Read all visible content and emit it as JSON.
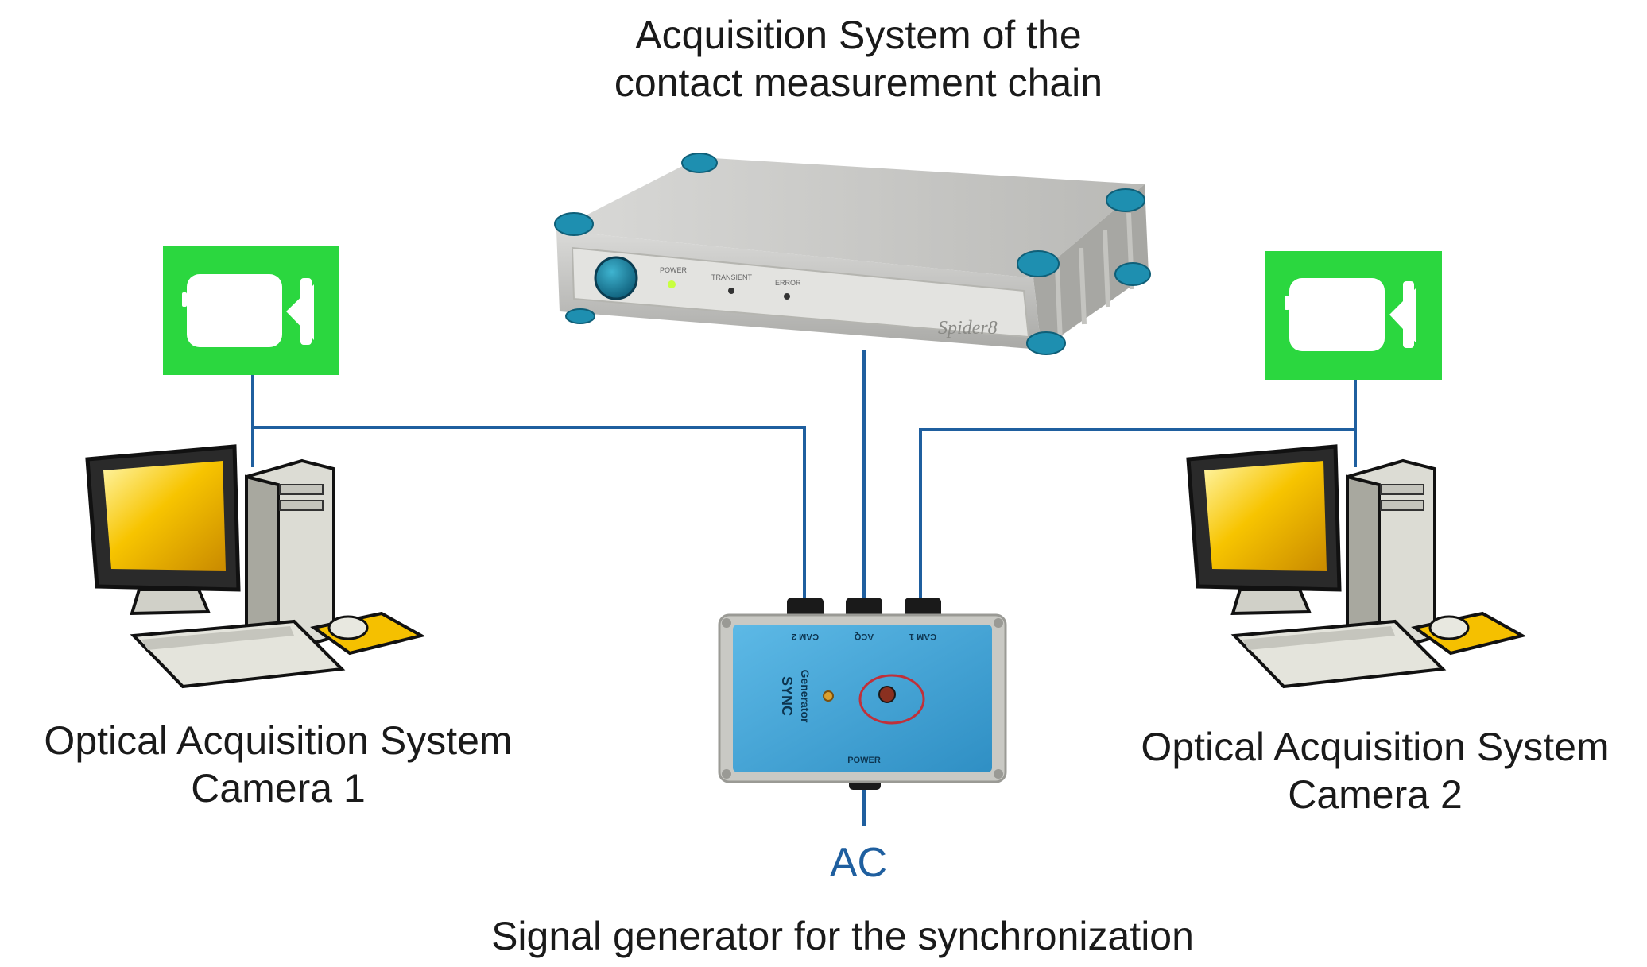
{
  "diagram": {
    "daq_title": [
      "Acquisition System of the",
      "contact measurement chain"
    ],
    "daq_device": {
      "brand": "Spider8",
      "indicators": [
        "POWER",
        "TRANSIENT",
        "ERROR"
      ]
    },
    "camera1": {
      "label": [
        "Optical Acquisition System",
        "Camera 1"
      ]
    },
    "camera2": {
      "label": [
        "Optical Acquisition System",
        "Camera 2"
      ]
    },
    "sync_box": {
      "ports": [
        "CAM 2",
        "ACQ",
        "CAM 1"
      ],
      "name": [
        "SYNC",
        "Generator"
      ],
      "power_label": "POWER"
    },
    "ac_label": "AC",
    "sync_caption": "Signal generator for the synchronization",
    "colors": {
      "wire": "#1f5f9f",
      "camera_tile": "#2bd73f",
      "sync_box": "#3aa4d6",
      "monitor_screen": "#f5b800",
      "daq_bumper": "#1e8fb0"
    }
  }
}
